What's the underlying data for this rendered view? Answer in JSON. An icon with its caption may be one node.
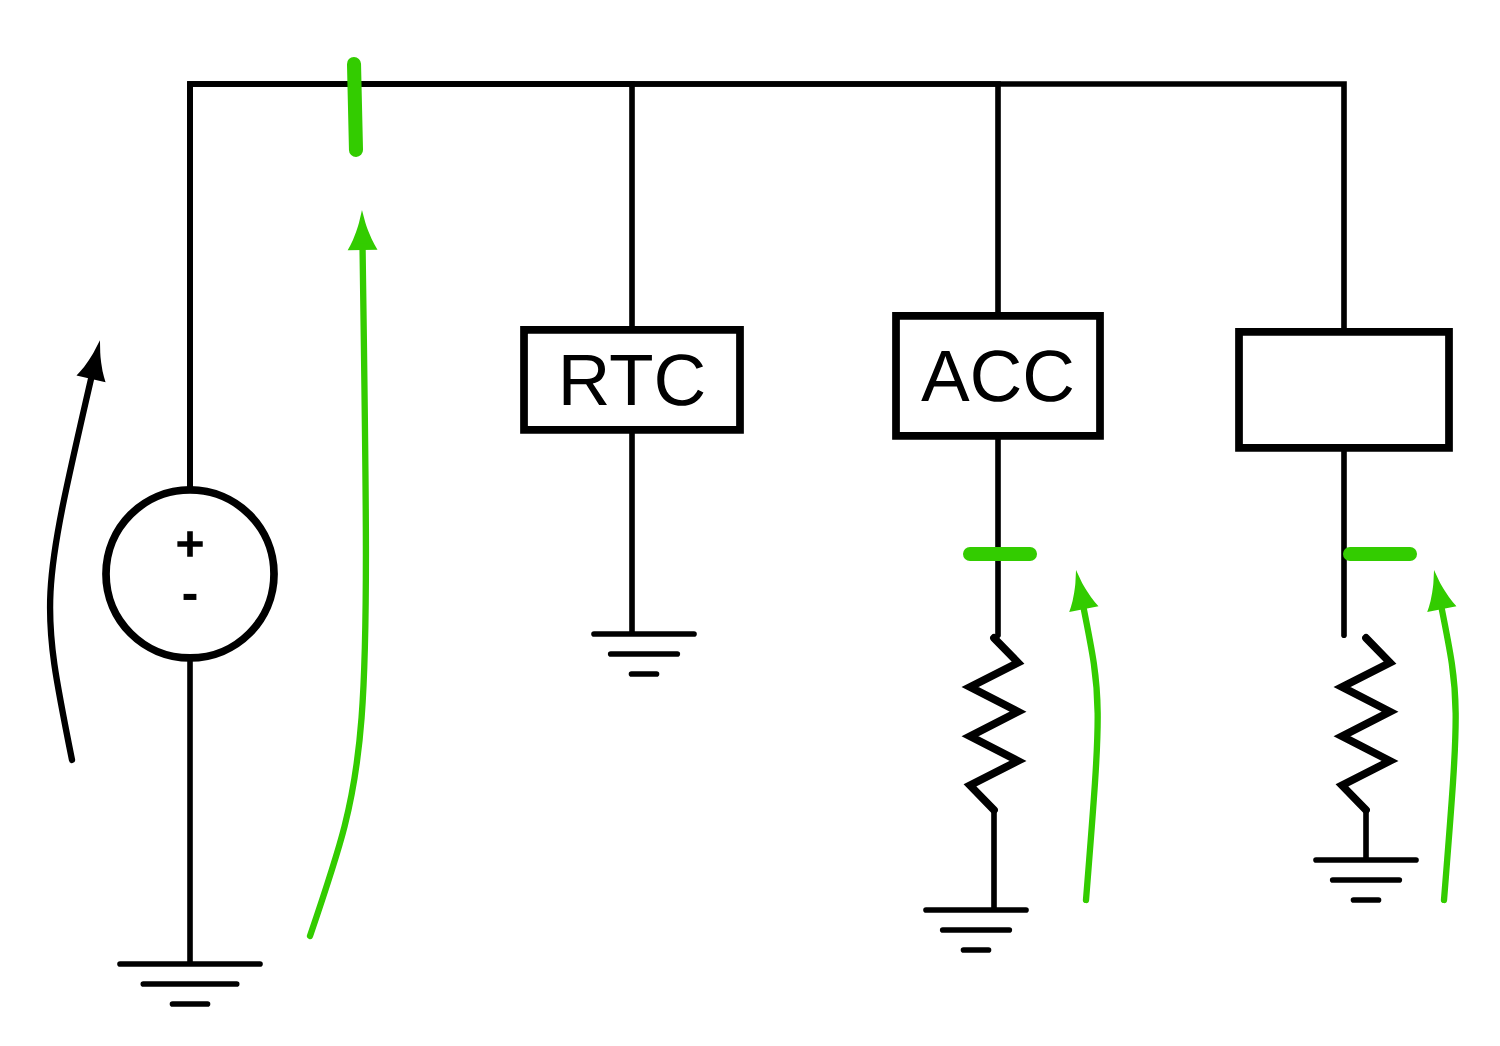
{
  "diagram": {
    "nodes": [
      {
        "text": [
          "RTC"
        ]
      },
      {
        "text": [
          "ACC"
        ]
      },
      {
        "text": [],
        "shape": "box"
      },
      {
        "text": [
          "+",
          "-"
        ]
      },
      {
        "text": [],
        "shape": "resistor"
      },
      {
        "text": [],
        "shape": "resistor"
      },
      {
        "text": [],
        "shape": "ground"
      },
      {
        "text": [],
        "shape": "ground"
      },
      {
        "text": [],
        "shape": "ground"
      },
      {
        "text": [],
        "shape": "ground"
      }
    ],
    "edges": [
      {
        "from": 3,
        "to": 0,
        "arrow": "none"
      },
      {
        "from": 3,
        "to": 1,
        "arrow": "none"
      },
      {
        "from": 3,
        "to": 2,
        "arrow": "none"
      },
      {
        "from": 3,
        "to": 6,
        "arrow": "none"
      },
      {
        "from": 0,
        "to": 7,
        "arrow": "none"
      },
      {
        "from": 1,
        "to": 4,
        "arrow": "none"
      },
      {
        "from": 4,
        "to": 8,
        "arrow": "none"
      },
      {
        "from": 2,
        "to": 5,
        "arrow": "none"
      },
      {
        "from": 5,
        "to": 9,
        "arrow": "none"
      }
    ]
  }
}
